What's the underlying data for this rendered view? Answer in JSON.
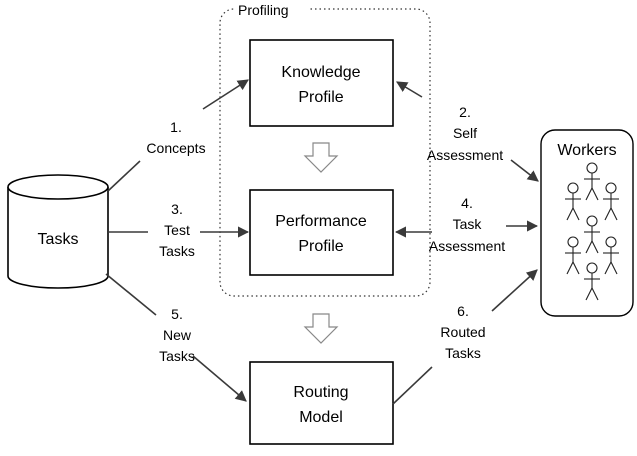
{
  "profiling": {
    "label": "Profiling"
  },
  "tasks": {
    "label": "Tasks"
  },
  "workers": {
    "label": "Workers"
  },
  "boxes": {
    "knowledge": {
      "line1": "Knowledge",
      "line2": "Profile"
    },
    "performance": {
      "line1": "Performance",
      "line2": "Profile"
    },
    "routing": {
      "line1": "Routing",
      "line2": "Model"
    }
  },
  "flows": {
    "concepts": {
      "num": "1.",
      "text": "Concepts"
    },
    "self_assessment": {
      "num": "2.",
      "text1": "Self",
      "text2": "Assessment"
    },
    "test_tasks": {
      "num": "3.",
      "text1": "Test",
      "text2": "Tasks"
    },
    "task_assessment": {
      "num": "4.",
      "text1": "Task",
      "text2": "Assessment"
    },
    "new_tasks": {
      "num": "5.",
      "text1": "New",
      "text2": "Tasks"
    },
    "routed_tasks": {
      "num": "6.",
      "text1": "Routed",
      "text2": "Tasks"
    }
  }
}
